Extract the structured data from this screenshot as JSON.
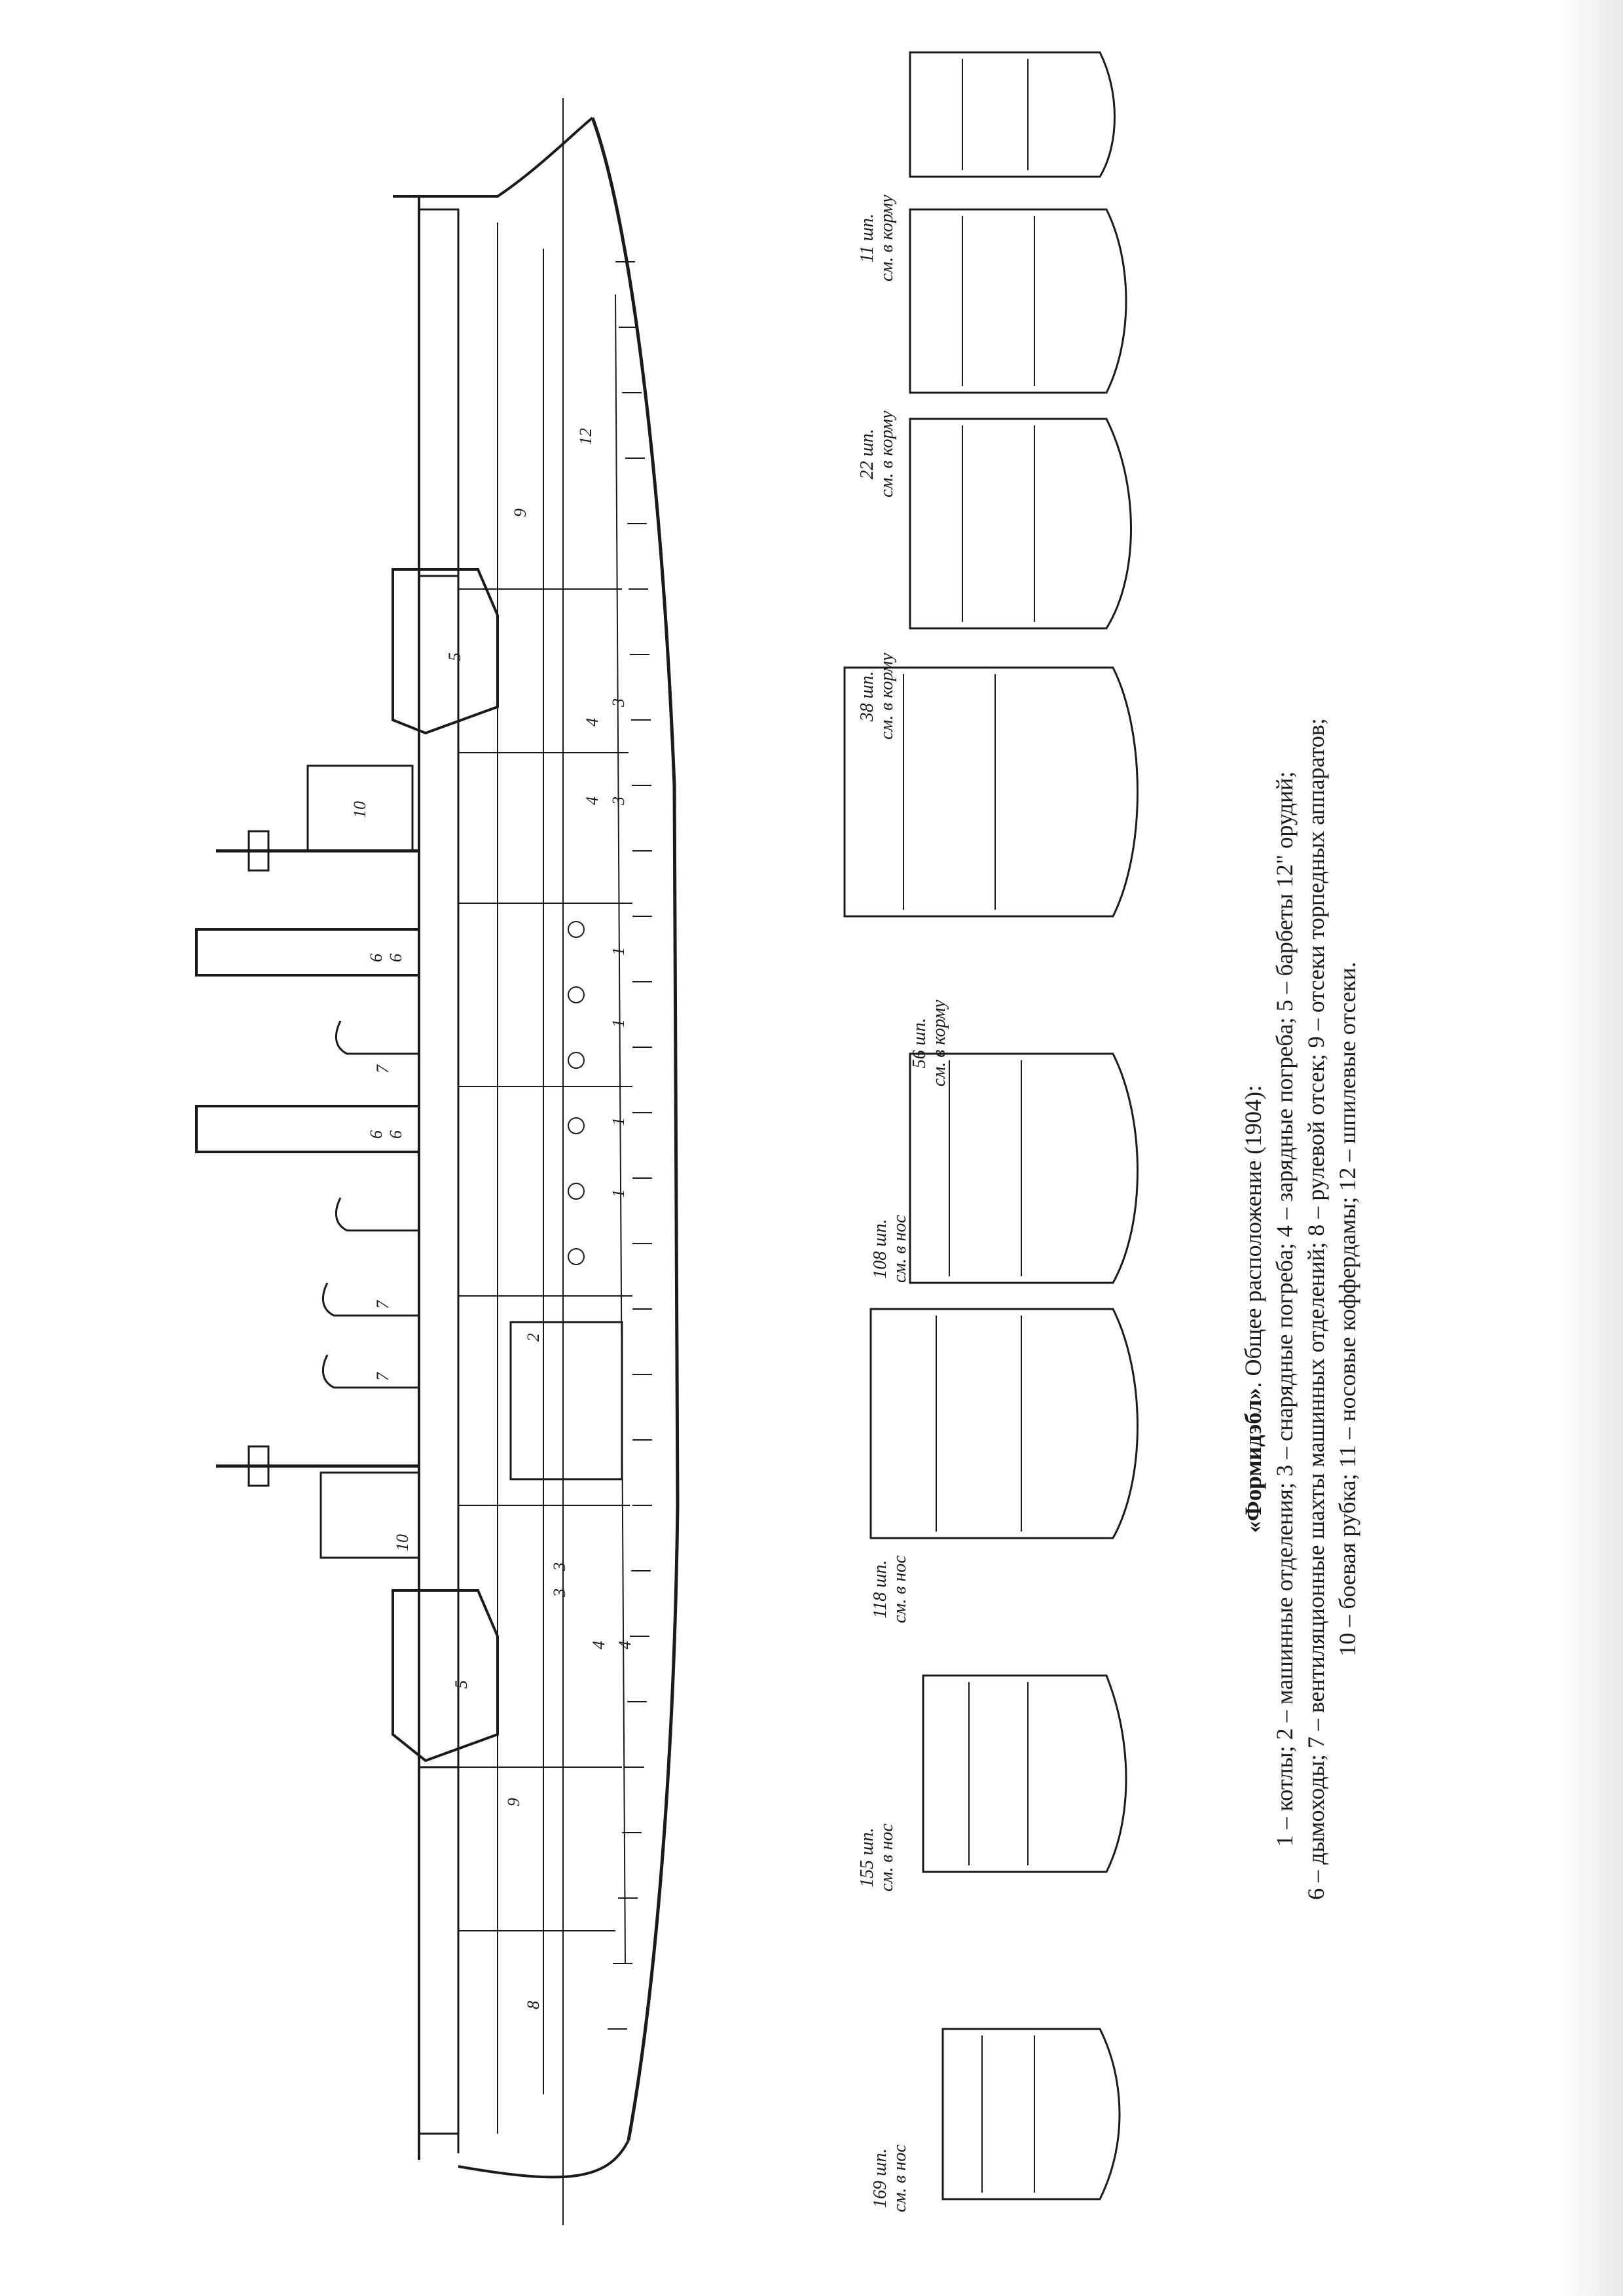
{
  "caption": {
    "title_bold": "«Формидэбл»",
    "title_rest": ". Общее расположение (1904):",
    "legend_line1": "1 – котлы; 2 – машинные отделения; 3 – снарядные погреба; 4 – зарядные погреба; 5 – барбеты 12\" орудий;",
    "legend_line2": "6 – дымоходы; 7 – вентиляционные шахты машинных отделений; 8 – рулевой отсек; 9 – отсеки торпедных аппаратов;",
    "legend_line3": "10 – боевая рубка; 11 – носовые коффердамы; 12 – шпилевые отсеки."
  },
  "sections": [
    {
      "frame": "169 шп.",
      "direction": "см. в нос"
    },
    {
      "frame": "155 шп.",
      "direction": "см. в нос"
    },
    {
      "frame": "118 шп.",
      "direction": "см. в нос"
    },
    {
      "frame": "108 шп.",
      "direction": "см. в нос"
    },
    {
      "frame": "56 шп.",
      "direction": "см. в корму"
    },
    {
      "frame": "38 шп.",
      "direction": "см. в корму"
    },
    {
      "frame": "22 шп.",
      "direction": "см. в корму"
    },
    {
      "frame": "11 шп.",
      "direction": "см. в корму"
    }
  ],
  "profile_numbers": [
    "12",
    "9",
    "5",
    "4",
    "3",
    "4",
    "3",
    "10",
    "6",
    "6",
    "1",
    "1",
    "6",
    "6",
    "1",
    "1",
    "7",
    "7",
    "7",
    "2",
    "10",
    "3",
    "3",
    "4",
    "4",
    "5",
    "9",
    "8"
  ],
  "colors": {
    "ink": "#1a1a1a",
    "paper": "#ffffff"
  }
}
